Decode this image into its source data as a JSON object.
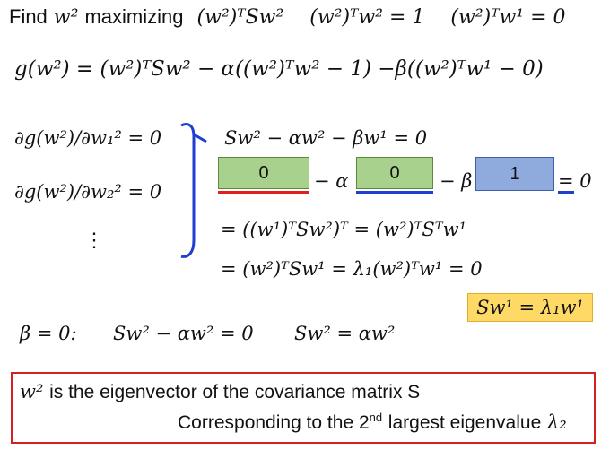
{
  "line1": {
    "prefix": "Find",
    "var": "w²",
    "middle": "maximizing",
    "objective": "(w²)ᵀSw²",
    "constraint1": "(w²)ᵀw² = 1",
    "constraint2": "(w²)ᵀw¹ = 0"
  },
  "lagrangian": "g(w²) = (w²)ᵀSw² − α((w²)ᵀw² − 1) −β((w²)ᵀw¹ − 0)",
  "partials": {
    "d1": "∂g(w²)/∂w₁² = 0",
    "d2": "∂g(w²)/∂w₂² = 0",
    "dots": "⋮"
  },
  "derivation": {
    "eq1": "Sw² − αw² − βw¹ = 0",
    "eq2_minus_alpha": "− α",
    "eq2_minus_beta": "− β",
    "eq2_end": "= 0",
    "eq3": "= ((w¹)ᵀSw²)ᵀ = (w²)ᵀSᵀw¹",
    "eq4": "= (w²)ᵀSw¹ = λ₁(w²)ᵀw¹ = 0"
  },
  "boxes": {
    "green1": "0",
    "green2": "0",
    "blue": "1"
  },
  "eigen_note": "Sw¹ = λ₁w¹",
  "beta_line": {
    "beta": "β = 0:",
    "eqA": "Sw² − αw² = 0",
    "eqB": "Sw² = αw²"
  },
  "conclusion": {
    "line1_var": "w²",
    "line1_text": "is the eigenvector of the covariance matrix S",
    "line2_text": "Corresponding to the 2",
    "line2_sup": "nd",
    "line2_rest": "largest eigenvalue",
    "line2_lambda": "λ₂"
  },
  "colors": {
    "green_box": "#a9d18e",
    "blue_box": "#8faadc",
    "red_frame": "#d62020",
    "brace_blue": "#1f3fcf",
    "highlight": "#ffd966"
  }
}
